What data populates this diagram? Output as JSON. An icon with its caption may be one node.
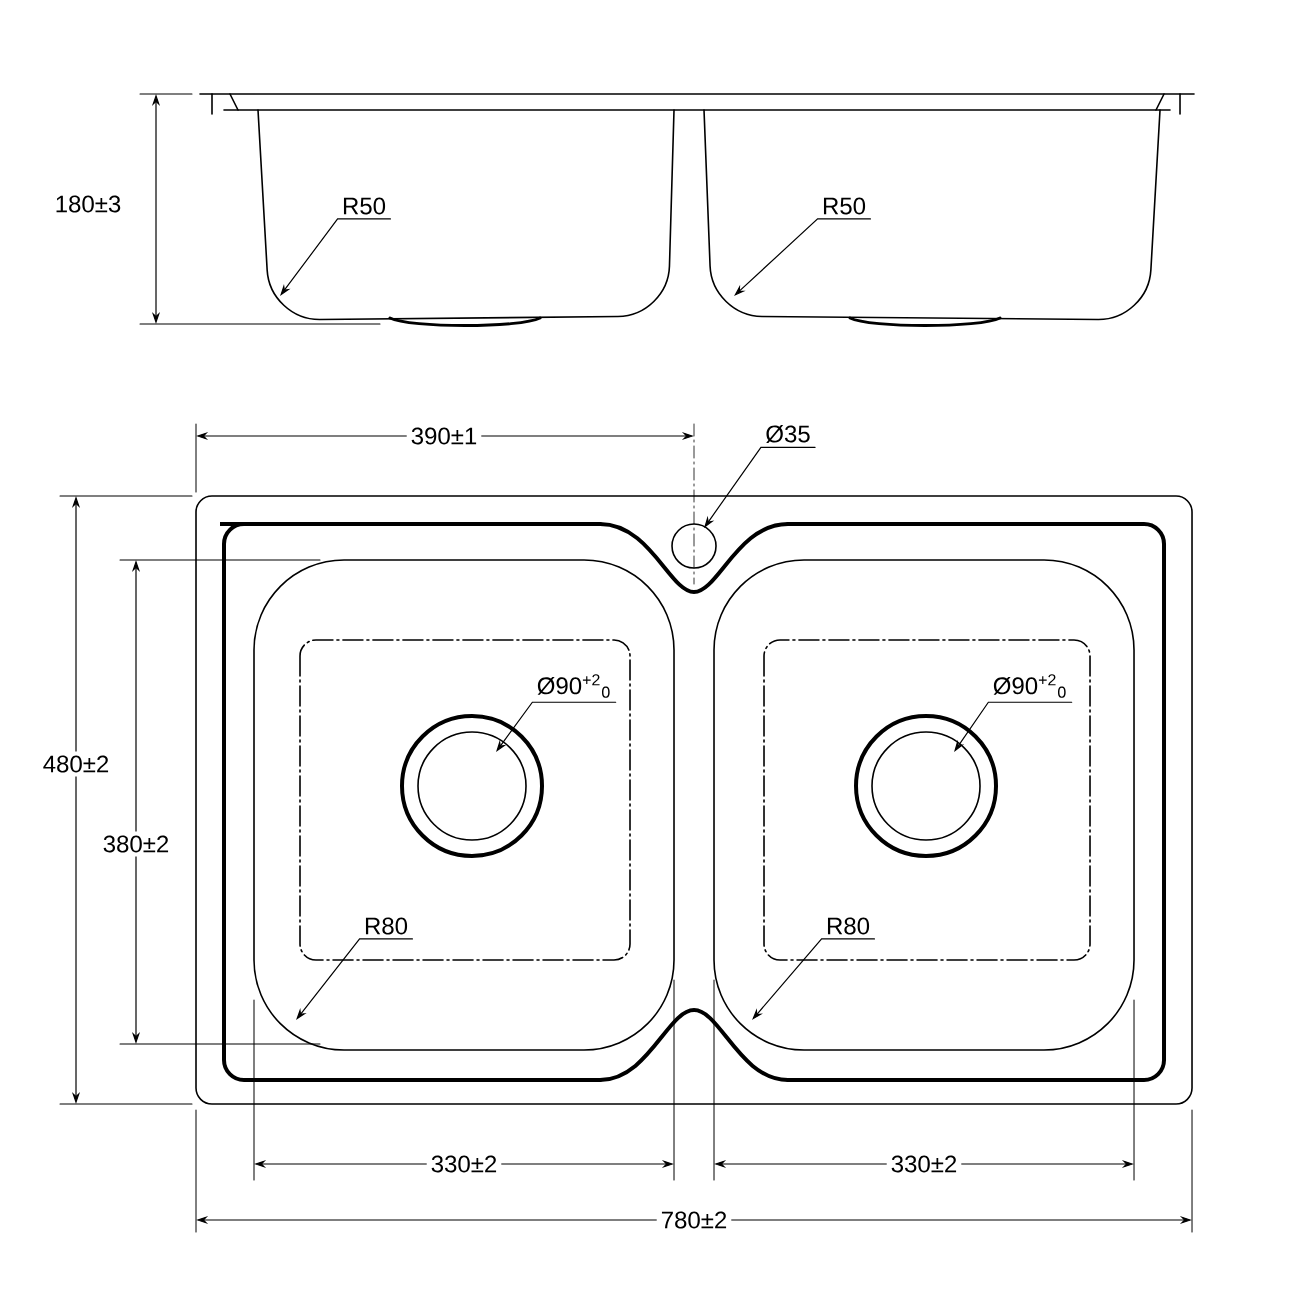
{
  "diagram": {
    "nodes": [
      {
        "text": [
          "R50"
        ]
      },
      {
        "text": [
          "R50"
        ]
      },
      {
        "text": [
          "Ø35"
        ]
      },
      {
        "text": [
          "Ø90$^{+2}$$_{0}$"
        ]
      },
      {
        "text": [
          "Ø90$^{+2}$$_{0}$"
        ]
      },
      {
        "text": [
          "R80"
        ]
      },
      {
        "text": [
          "R80"
        ]
      }
    ],
    "edges": [
      {
        "from": 0,
        "to": null,
        "arrow": "to"
      },
      {
        "from": 1,
        "to": null,
        "arrow": "to"
      },
      {
        "from": 2,
        "to": null,
        "arrow": "to"
      },
      {
        "from": 3,
        "to": null,
        "arrow": "to"
      },
      {
        "from": 4,
        "to": null,
        "arrow": "to"
      },
      {
        "from": 5,
        "to": null,
        "arrow": "to"
      },
      {
        "from": 6,
        "to": null,
        "arrow": "to"
      }
    ],
    "labels": [
      "180±3",
      "390±1",
      "480±2",
      "380±2",
      "330±2",
      "330±2",
      "780±2"
    ]
  }
}
